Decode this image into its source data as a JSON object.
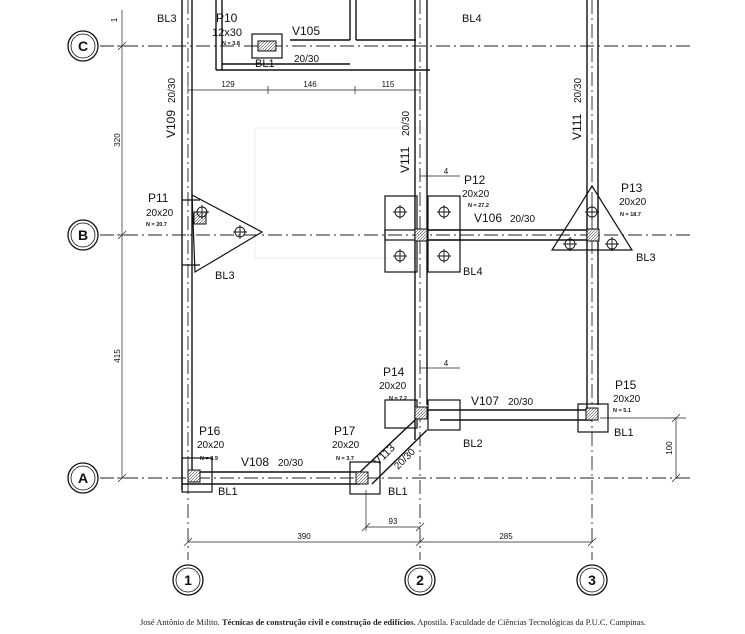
{
  "axes": {
    "rows": [
      {
        "label": "C"
      },
      {
        "label": "B"
      },
      {
        "label": "A"
      }
    ],
    "cols": [
      {
        "label": "1"
      },
      {
        "label": "2"
      },
      {
        "label": "3"
      }
    ]
  },
  "dimensions": {
    "d320": "320",
    "d415": "415",
    "d129": "129",
    "d146": "146",
    "d115": "115",
    "d390": "390",
    "d285": "285",
    "d93": "93",
    "d100": "100",
    "d4a": "4",
    "d4b": "4",
    "d1": "1"
  },
  "pillars": {
    "p10": {
      "name": "P10",
      "size": "12x30",
      "load": "N = 3.8"
    },
    "p11": {
      "name": "P11",
      "size": "20x20",
      "load": "N = 20.7"
    },
    "p12": {
      "name": "P12",
      "size": "20x20",
      "load": "N = 27.2"
    },
    "p13": {
      "name": "P13",
      "size": "20x20",
      "load": "N = 18.7"
    },
    "p14": {
      "name": "P14",
      "size": "20x20",
      "load": "N = 7.2"
    },
    "p15": {
      "name": "P15",
      "size": "20x20",
      "load": "N = 5.1"
    },
    "p16": {
      "name": "P16",
      "size": "20x20",
      "load": "N = 8.9"
    },
    "p17": {
      "name": "P17",
      "size": "20x20",
      "load": "N = 3.7"
    }
  },
  "beams": {
    "v105": {
      "name": "V105",
      "size": "20/30"
    },
    "v106": {
      "name": "V106",
      "size": "20/30"
    },
    "v107": {
      "name": "V107",
      "size": "20/30"
    },
    "v108": {
      "name": "V108",
      "size": "20/30"
    },
    "v109": {
      "name": "V109",
      "size": "20/30"
    },
    "v111a": {
      "name": "V111",
      "size": "20/30"
    },
    "v111b": {
      "name": "V111",
      "size": "20/30"
    },
    "v113": {
      "name": "V113",
      "size": "20/30"
    }
  },
  "footings": {
    "bl3_top": "BL3",
    "bl4_top": "BL4",
    "bl1_p10": "BL1",
    "bl3_p11": "BL3",
    "bl4_p12": "BL4",
    "bl3_p13": "BL3",
    "bl2_p14": "BL2",
    "bl1_p15": "BL1",
    "bl1_p16": "BL1",
    "bl1_p17": "BL1"
  },
  "caption": {
    "author": "José Antônio de Milito.",
    "title": "Técnicas de construção civil e construção de edifícios.",
    "rest": "Apostila. Faculdade de Ciências Tecnológicas da P.U.C. Campinas."
  }
}
